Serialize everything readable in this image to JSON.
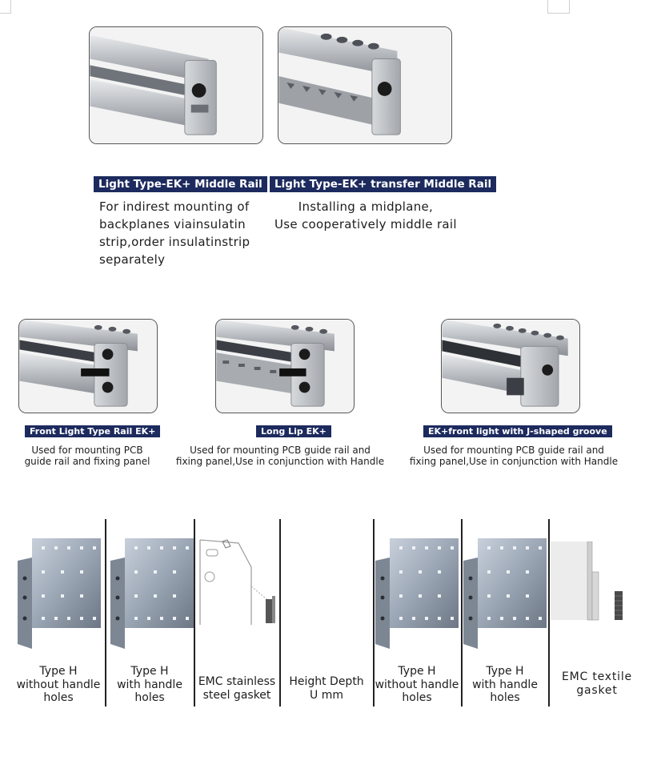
{
  "top_section": {
    "items": [
      {
        "label": "Light Type-EK+ Middle Rail",
        "description": "For indirest mounting of\nbackplanes viainsulatin\nstrip,order insulatinstrip\nseparately",
        "image_icon": "aluminum-middle-rail-image"
      },
      {
        "label": "Light Type-EK+ transfer Middle Rail",
        "description": "Installing a midplane,\nUse cooperatively middle rail",
        "image_icon": "aluminum-transfer-rail-image"
      }
    ]
  },
  "middle_section": {
    "items": [
      {
        "label": "Front Light Type Rail EK+",
        "description": "Used for mounting PCB\nguide rail and fixing panel",
        "image_icon": "front-light-rail-image"
      },
      {
        "label": "Long Lip EK+",
        "description": "Used for mounting PCB guide rail and\nfixing panel,Use in conjunction with Handle",
        "image_icon": "long-lip-rail-image"
      },
      {
        "label": "EK+front light with J-shaped groove",
        "description": "Used for mounting PCB guide rail and\nfixing panel,Use in conjunction with Handle",
        "image_icon": "j-groove-rail-image"
      }
    ]
  },
  "bottom_section": {
    "columns": [
      {
        "caption": "Type H\nwithout handle\nholes",
        "image_icon": "side-panel-image"
      },
      {
        "caption": "Type H\nwith handle\nholes",
        "image_icon": "side-panel-image"
      },
      {
        "caption": "EMC stainless\nsteel gasket",
        "image_icon": "emc-steel-gasket-drawing"
      },
      {
        "caption": "Height  Depth\nU          mm"
      },
      {
        "caption": "Type H\nwithout handle\nholes",
        "image_icon": "side-panel-image"
      },
      {
        "caption": "Type H\nwith handle\nholes",
        "image_icon": "side-panel-image"
      },
      {
        "caption": "EMC textile\ngasket",
        "image_icon": "emc-textile-gasket-drawing"
      }
    ]
  },
  "colors": {
    "label_bg": "#1c2a5e",
    "label_text": "#ffffff",
    "text": "#1d1d1d",
    "divider": "#222222"
  }
}
